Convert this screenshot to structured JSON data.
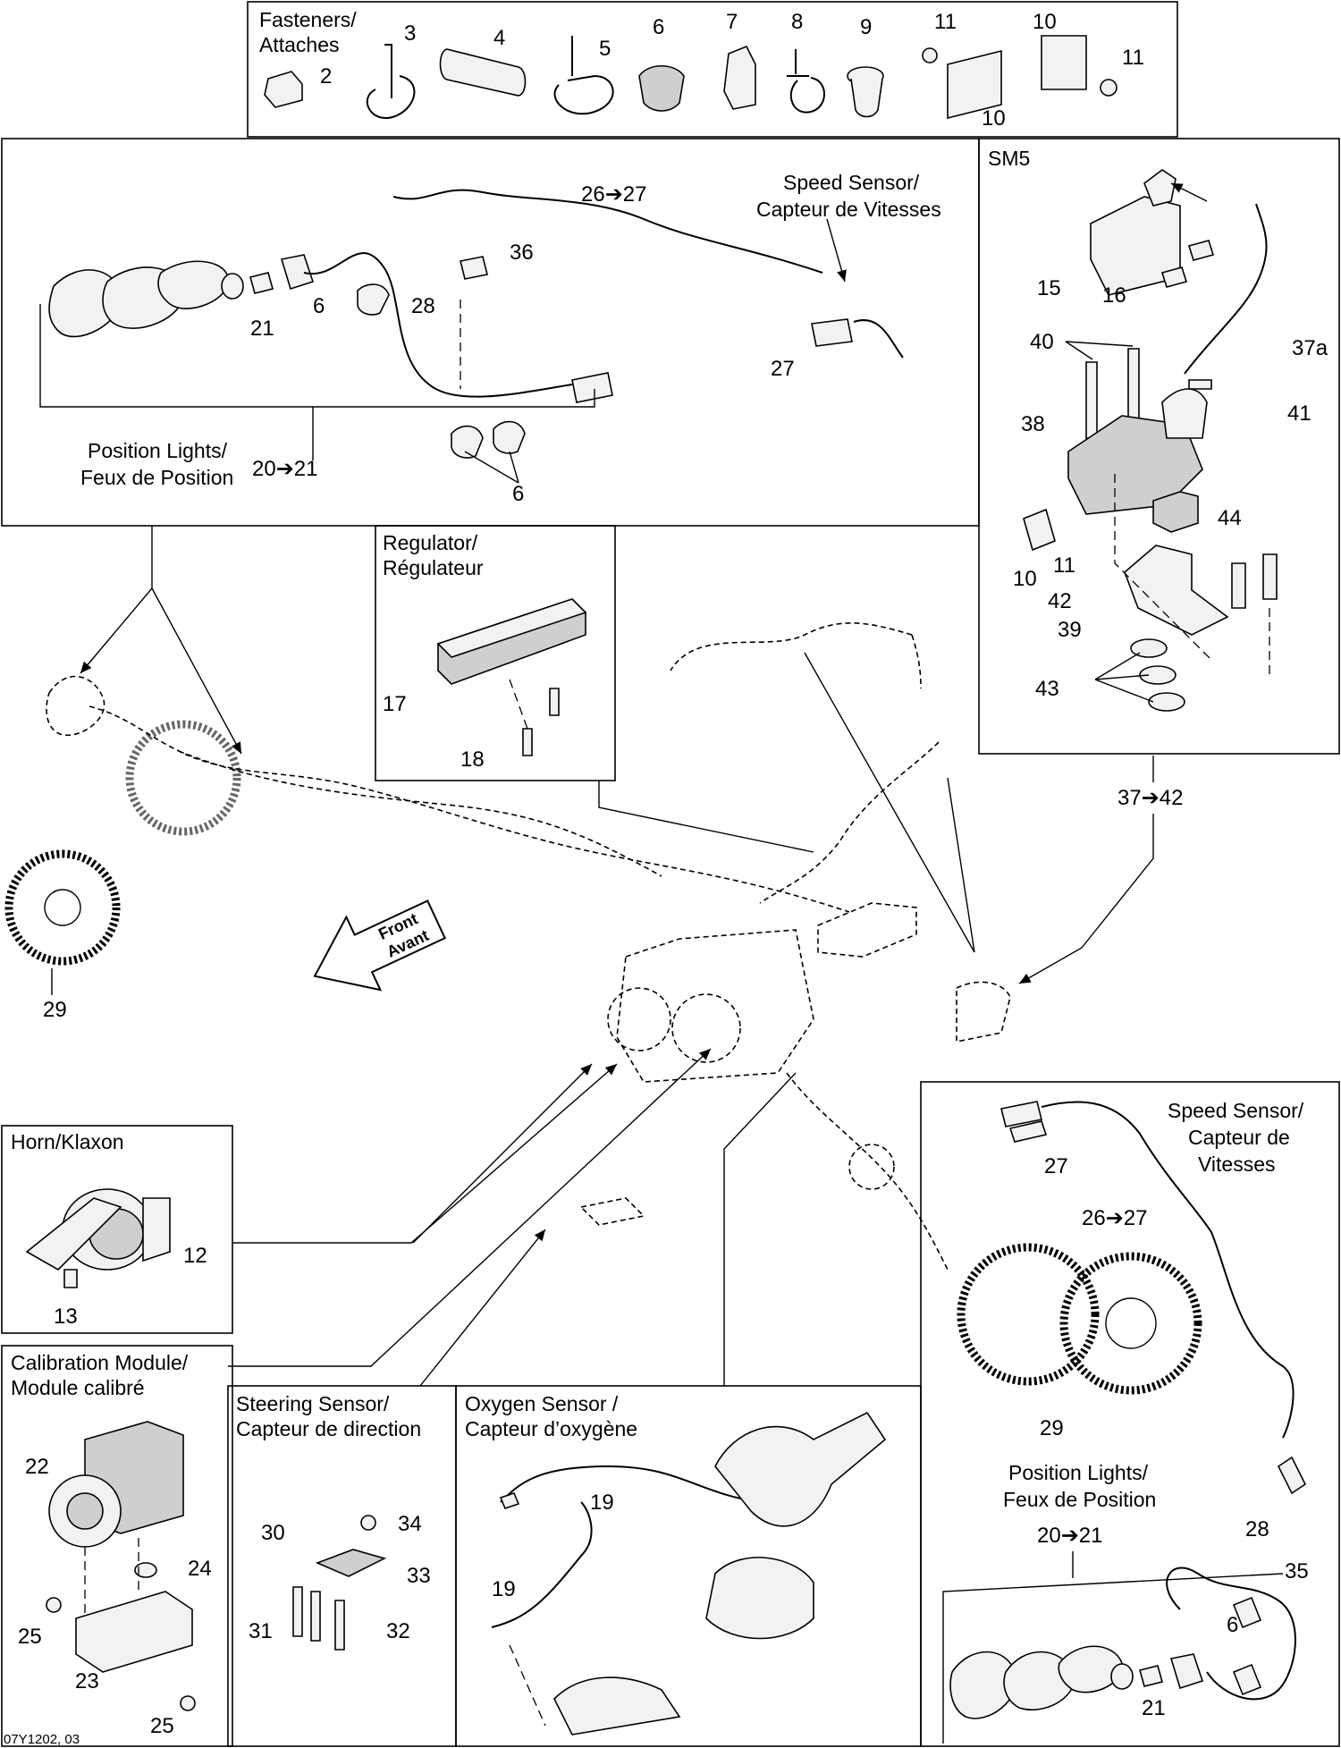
{
  "titles": {
    "fasteners": [
      "Fasteners/",
      "Attaches"
    ],
    "speed_sensor_top": [
      "Speed Sensor/",
      "Capteur de Vitesses"
    ],
    "position_lights_top": [
      "Position Lights/",
      "Feux de Position"
    ],
    "sm5": "SM5",
    "regulator": [
      "Regulator/",
      "Régulateur"
    ],
    "horn": "Horn/Klaxon",
    "calibration": [
      "Calibration Module/",
      "Module calibré"
    ],
    "steering": [
      "Steering Sensor/",
      "Capteur de direction"
    ],
    "oxygen": [
      "Oxygen Sensor /",
      "Capteur d’oxygène"
    ],
    "speed_sensor_bottom": [
      "Speed Sensor/",
      "Capteur de",
      "Vitesses"
    ],
    "position_lights_bottom": [
      "Position Lights/",
      "Feux de Position"
    ],
    "front": [
      "Front",
      "Avant"
    ]
  },
  "ranges": {
    "position_lights_top": "20➔21",
    "speed_sensor_top": "26➔27",
    "sm5": "37➔42",
    "speed_sensor_bottom": "26➔27",
    "position_lights_bottom": "20➔21"
  },
  "callouts": {
    "fasteners": [
      "2",
      "3",
      "4",
      "5",
      "6",
      "7",
      "8",
      "9",
      "11",
      "10",
      "10",
      "11"
    ],
    "speed_top": [
      "36",
      "28",
      "27"
    ],
    "lights_top": [
      "21",
      "6",
      "6"
    ],
    "sm5": [
      "15",
      "16",
      "37a",
      "40",
      "41",
      "38",
      "10",
      "11",
      "44",
      "42",
      "39",
      "43"
    ],
    "regulator": [
      "17",
      "18"
    ],
    "main": [
      "29"
    ],
    "horn": [
      "12",
      "13"
    ],
    "calibration": [
      "22",
      "24",
      "25",
      "23",
      "25"
    ],
    "steering": [
      "30",
      "34",
      "33",
      "31",
      "32"
    ],
    "oxygen": [
      "19",
      "19"
    ],
    "speed_bottom": [
      "27",
      "29",
      "28",
      "35"
    ],
    "lights_bottom": [
      "6",
      "21"
    ]
  },
  "footer": "07Y1202, 03"
}
